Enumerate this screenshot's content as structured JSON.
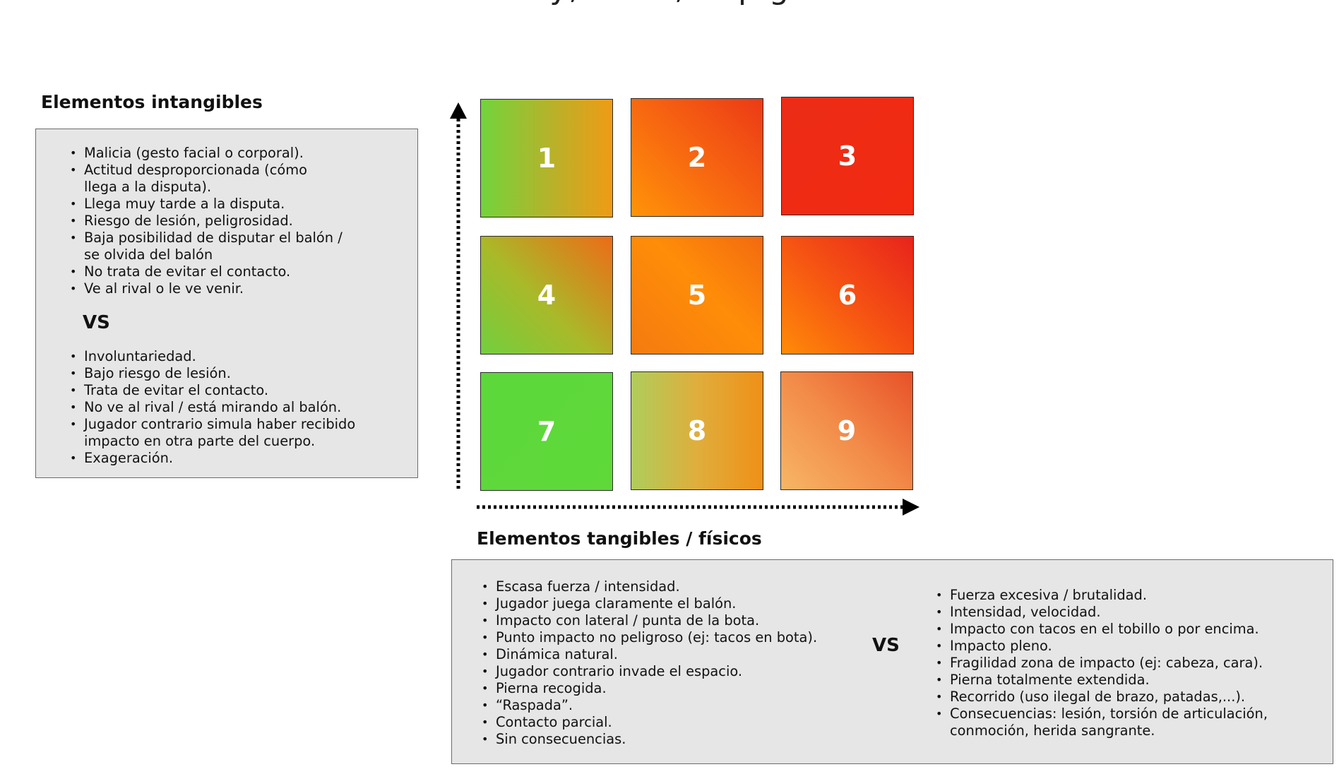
{
  "top_text": "y, ... ... , ... p g",
  "intangible": {
    "heading": "Elementos intangibles",
    "list_a": [
      "Malicia (gesto facial o corporal).",
      "Actitud desproporcionada (cómo llega a la disputa).",
      "Llega muy tarde a la disputa.",
      "Riesgo de lesión, peligrosidad.",
      "Baja posibilidad de disputar el balón / se olvida del balón",
      "No trata de evitar el contacto.",
      "Ve al rival o le ve venir."
    ],
    "vs": "VS",
    "list_b": [
      "Involuntariedad.",
      "Bajo riesgo de lesión.",
      "Trata de evitar el contacto.",
      "No ve al rival / está mirando al balón.",
      "Jugador contrario simula haber recibido impacto en otra parte del cuerpo.",
      "Exageración."
    ]
  },
  "grid": {
    "cells": [
      "1",
      "2",
      "3",
      "4",
      "5",
      "6",
      "7",
      "8",
      "9"
    ]
  },
  "tangible": {
    "heading": "Elementos tangibles / físicos",
    "list_a": [
      "Escasa fuerza / intensidad.",
      "Jugador juega claramente el balón.",
      "Impacto con lateral / punta de la bota.",
      "Punto impacto no peligroso (ej: tacos en bota).",
      "Dinámica natural.",
      "Jugador contrario invade el espacio.",
      "Pierna recogida.",
      "“Raspada”.",
      "Contacto parcial.",
      "Sin consecuencias."
    ],
    "vs": "VS",
    "list_b": [
      "Fuerza excesiva / brutalidad.",
      "Intensidad, velocidad.",
      "Impacto con tacos en el tobillo o por encima.",
      "Impacto pleno.",
      "Fragilidad zona de impacto (ej: cabeza, cara).",
      "Pierna totalmente extendida.",
      "Recorrido (uso ilegal de brazo, patadas,...).",
      "Consecuencias: lesión, torsión de articulación, conmoción, herida sangrante."
    ]
  },
  "colors": {
    "green": "#5fd93a",
    "orange": "#ff8d08",
    "red": "#ec2c16",
    "panel_bg": "#e6e6e6"
  }
}
